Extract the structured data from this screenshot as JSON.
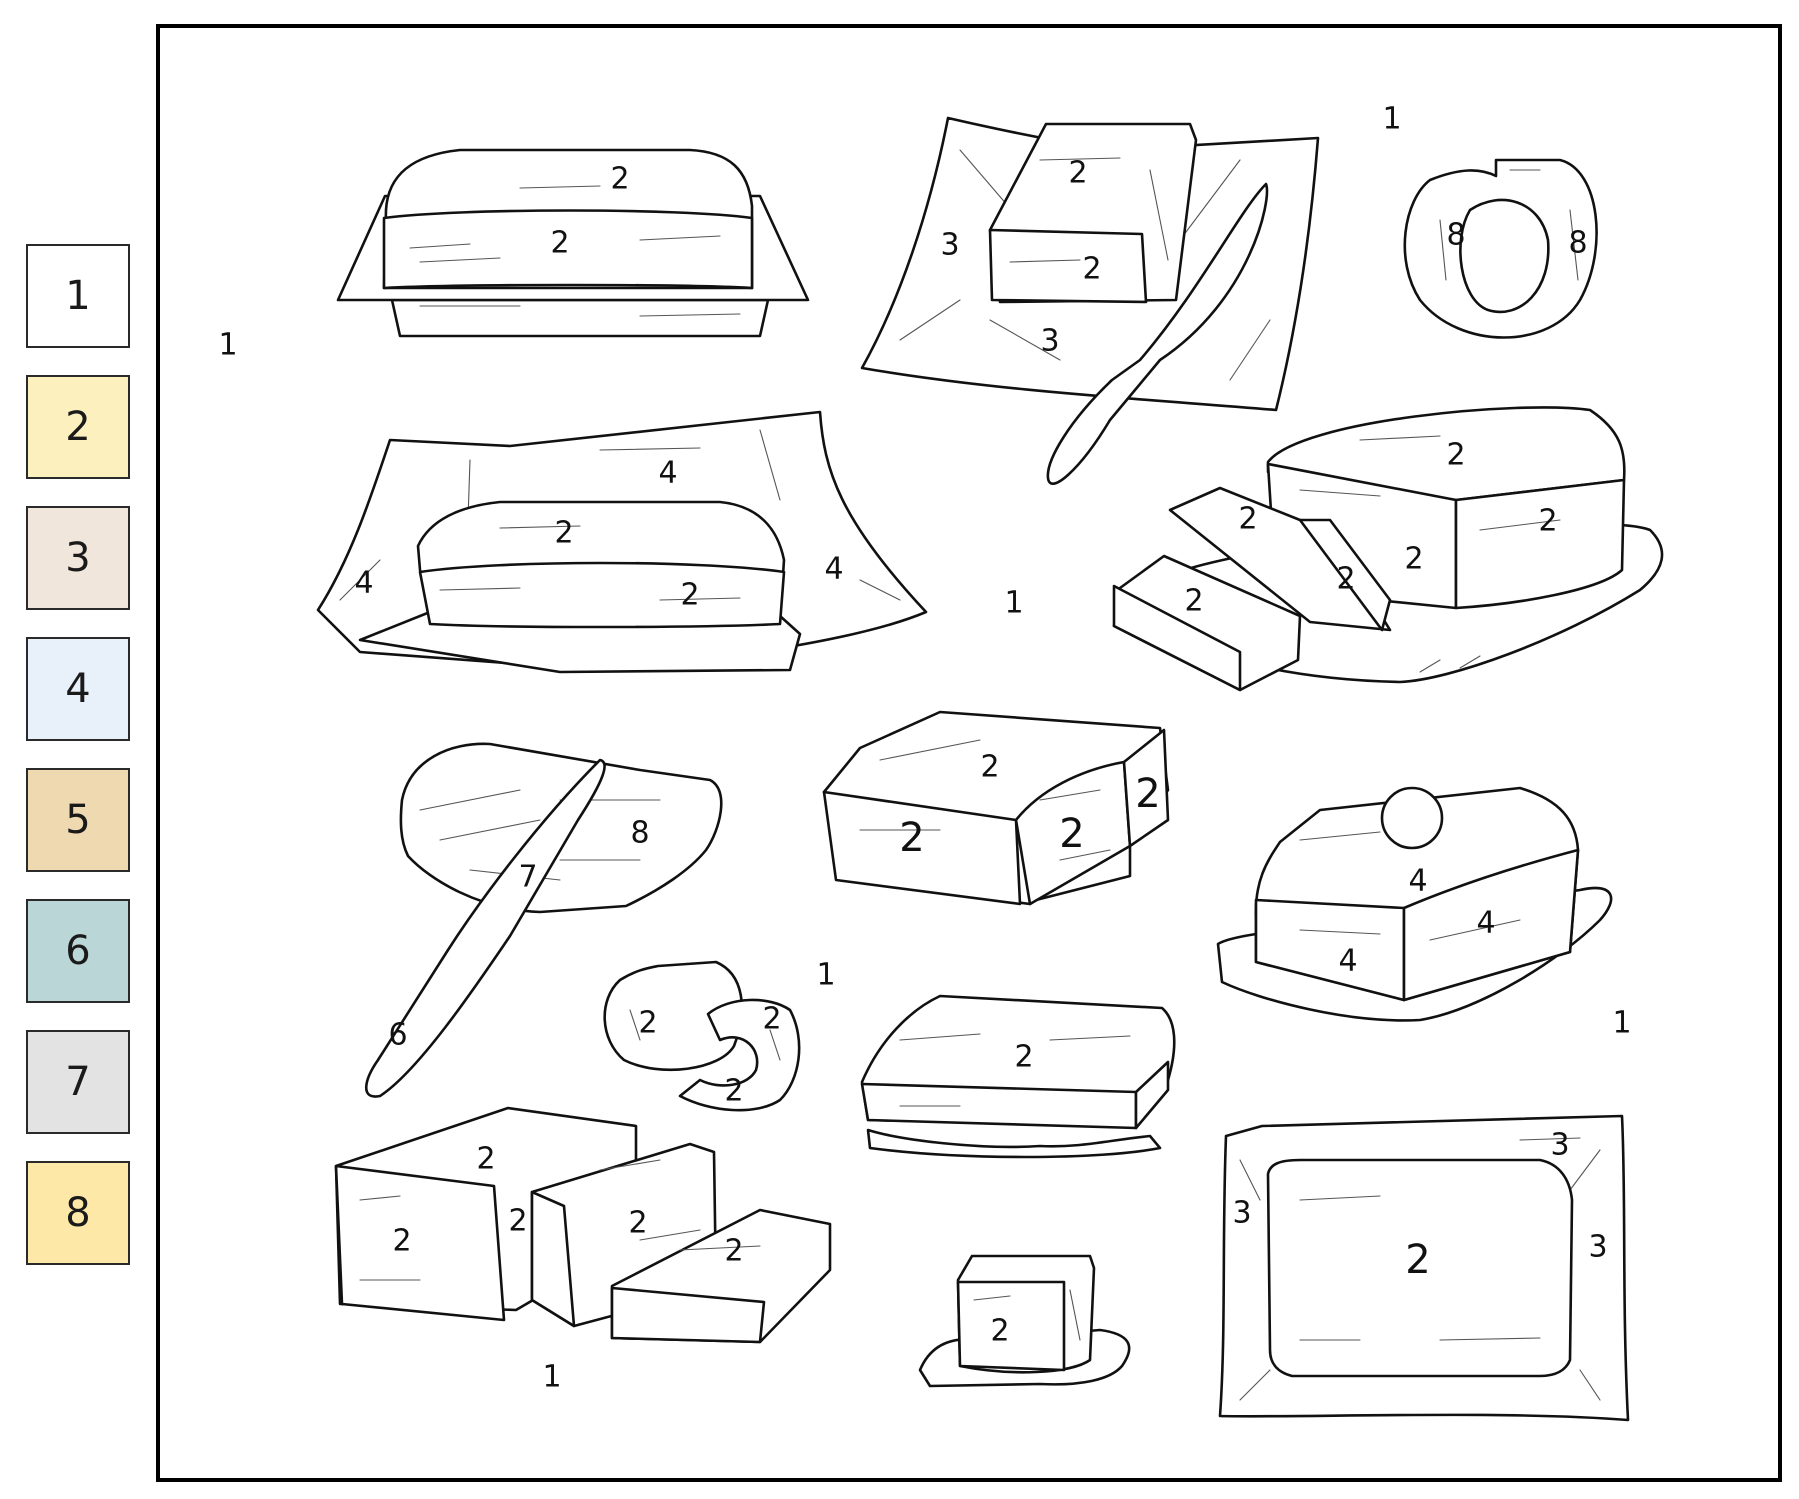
{
  "legend": [
    {
      "number": "1",
      "color": "#ffffff"
    },
    {
      "number": "2",
      "color": "#fdf0bf"
    },
    {
      "number": "3",
      "color": "#f0e6dc"
    },
    {
      "number": "4",
      "color": "#e8f0f9"
    },
    {
      "number": "5",
      "color": "#efd9b1"
    },
    {
      "number": "6",
      "color": "#bad6d6"
    },
    {
      "number": "7",
      "color": "#e3e3e3"
    },
    {
      "number": "8",
      "color": "#fde8a8"
    }
  ],
  "background_labels": [
    "1",
    "1",
    "1",
    "1",
    "1",
    "1"
  ],
  "illustrations": {
    "butter_on_paper_tl": [
      "2",
      "2"
    ],
    "butter_paper_knife": [
      "2",
      "2",
      "3",
      "3"
    ],
    "butter_curl_tr": [
      "8",
      "8"
    ],
    "butter_wrapped_foil": [
      "4",
      "2",
      "2",
      "4",
      "4"
    ],
    "butter_slices_board": [
      "2",
      "2",
      "2",
      "2",
      "2",
      "2"
    ],
    "butter_knife_scrape": [
      "8",
      "7",
      "6"
    ],
    "butter_block_bitten": [
      "2",
      "2",
      "2",
      "2"
    ],
    "butter_dish_lidded": [
      "4",
      "4",
      "4"
    ],
    "butter_curls_mid": [
      "2",
      "2",
      "2"
    ],
    "butter_melting_slab": [
      "2"
    ],
    "butter_cut_blocks": [
      "2",
      "2",
      "2",
      "2",
      "2"
    ],
    "butter_small_cube": [
      "2"
    ],
    "butter_on_square_paper": [
      "3",
      "3",
      "3",
      "2"
    ]
  }
}
